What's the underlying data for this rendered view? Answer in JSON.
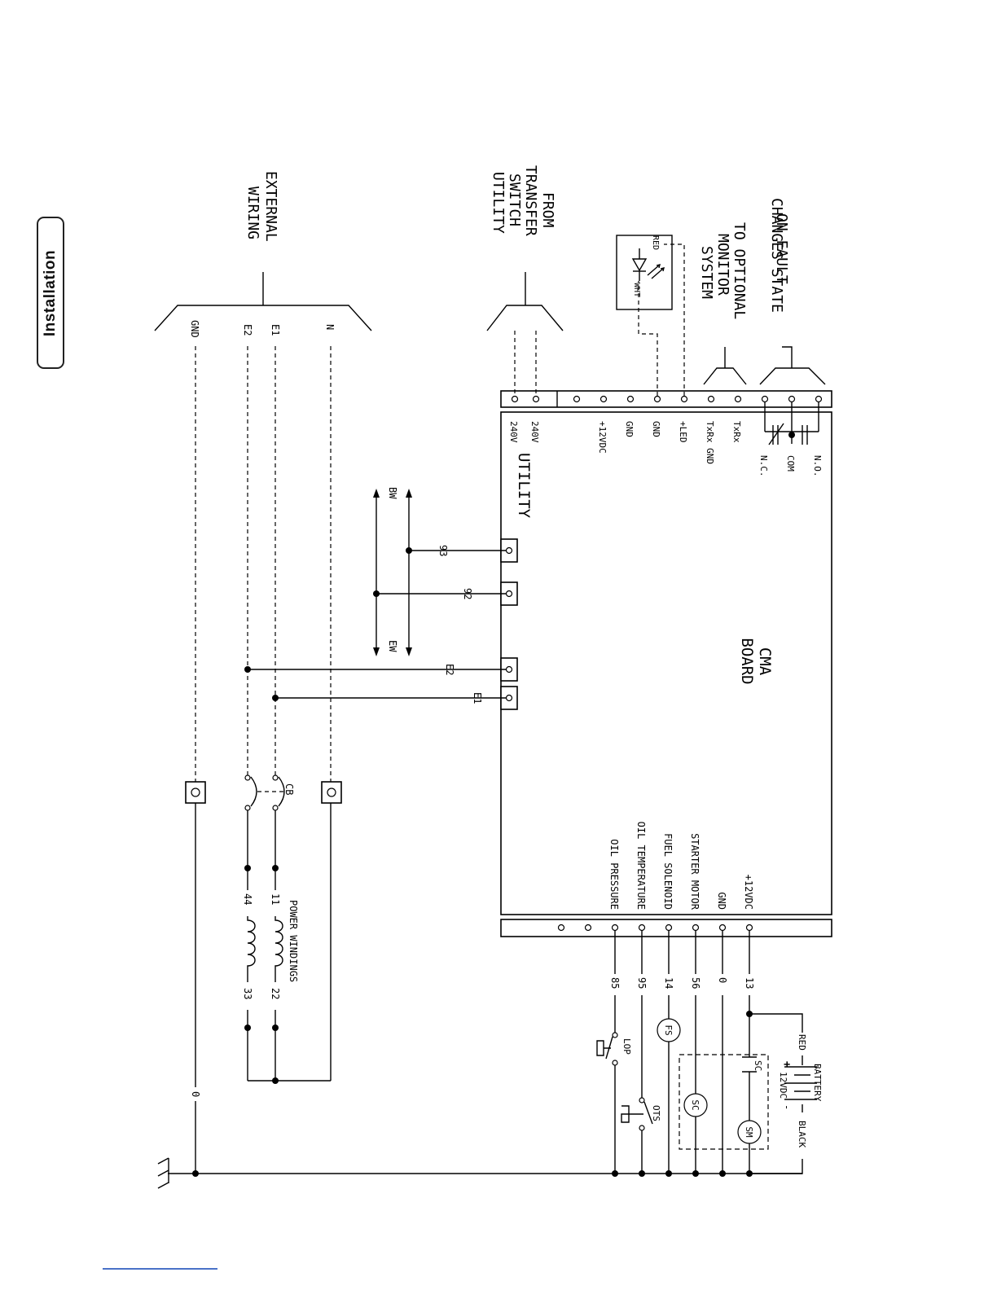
{
  "section_tab": "Installation",
  "diagram": {
    "callouts": {
      "changes_state": [
        "CHANGES STATE",
        "ON FAULT"
      ],
      "monitor": [
        "TO OPTIONAL",
        "MONITOR",
        "SYSTEM"
      ],
      "transfer": [
        "FROM",
        "TRANSFER",
        "SWITCH",
        "UTILITY"
      ],
      "external": [
        "EXTERNAL",
        "WIRING"
      ]
    },
    "board": {
      "name": [
        "CMA",
        "BOARD"
      ],
      "utility_label": "UTILITY"
    },
    "top_terminals": [
      "N.O.",
      "COM",
      "N.C.",
      "TxRx",
      "TxRx GND",
      "+LED",
      "GND",
      "GND",
      "+12VDC",
      "240V",
      "240V"
    ],
    "led": {
      "red": "RED",
      "white": "WHT"
    },
    "bottom_terminals": [
      "+12VDC",
      "GND",
      "STARTER MOTOR",
      "FUEL SOLENOID",
      "OIL TEMPERATURE",
      "OIL PRESSURE"
    ],
    "sense_wires": [
      "93",
      "92",
      "E2",
      "E1"
    ],
    "bus_labels": {
      "bw": "BW",
      "ew": "EW"
    },
    "external_wires": [
      "N",
      "E1",
      "E2",
      "GND"
    ],
    "breaker": "CB",
    "windings": {
      "label": "POWER WINDINGS",
      "left": [
        "11",
        "44"
      ],
      "right": [
        "22",
        "33"
      ]
    },
    "ground_wire": "0",
    "wire_numbers": [
      "13",
      "0",
      "56",
      "14",
      "95",
      "85"
    ],
    "components": {
      "fs": "FS",
      "sc": "SC",
      "sm": "SM",
      "sc_contact": "SC",
      "lop": "LOP",
      "ots": "OTS"
    },
    "battery": {
      "title": "BATTERY",
      "voltage": "12VDC",
      "plus": "+",
      "minus": "-",
      "red": "RED",
      "black": "BLACK"
    }
  }
}
